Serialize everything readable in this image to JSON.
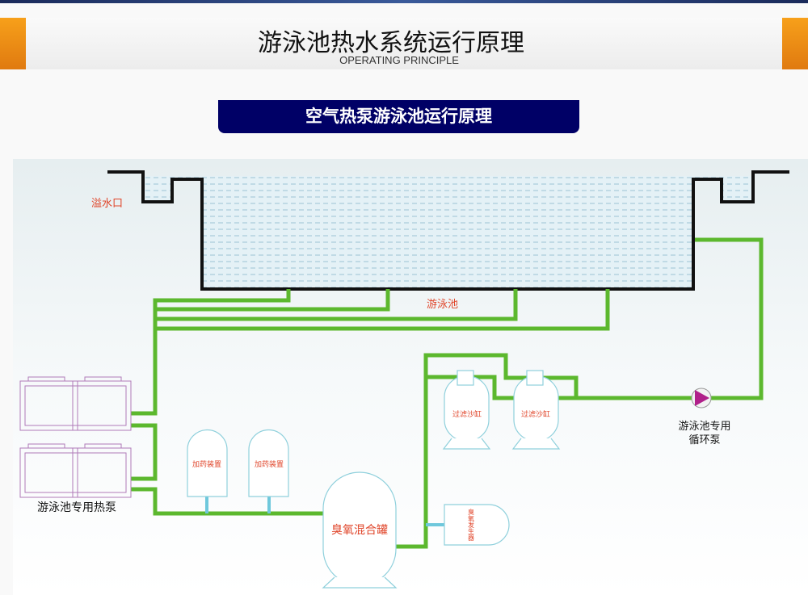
{
  "header": {
    "title": "游泳池热水系统运行原理",
    "subtitle": "OPERATING PRINCIPLE"
  },
  "section": {
    "button_label": "空气热泵游泳池运行原理"
  },
  "diagram": {
    "overflow_label": "溢水口",
    "pool_label": "游泳池",
    "heat_pump_label": "游泳池专用热泵",
    "dosing_label": "加药装置",
    "mixer_label": "臭氧混合罐",
    "filter_label": "过滤沙缸",
    "ozone_generator_label": "臭氧发生器",
    "pump_label_line1": "游泳池专用",
    "pump_label_line2": "循环泵",
    "colors": {
      "pipe": "#5cb82e",
      "vessel": "#8fd0dc",
      "heat_pump": "#b07ab8",
      "label": "#e0452a"
    }
  }
}
